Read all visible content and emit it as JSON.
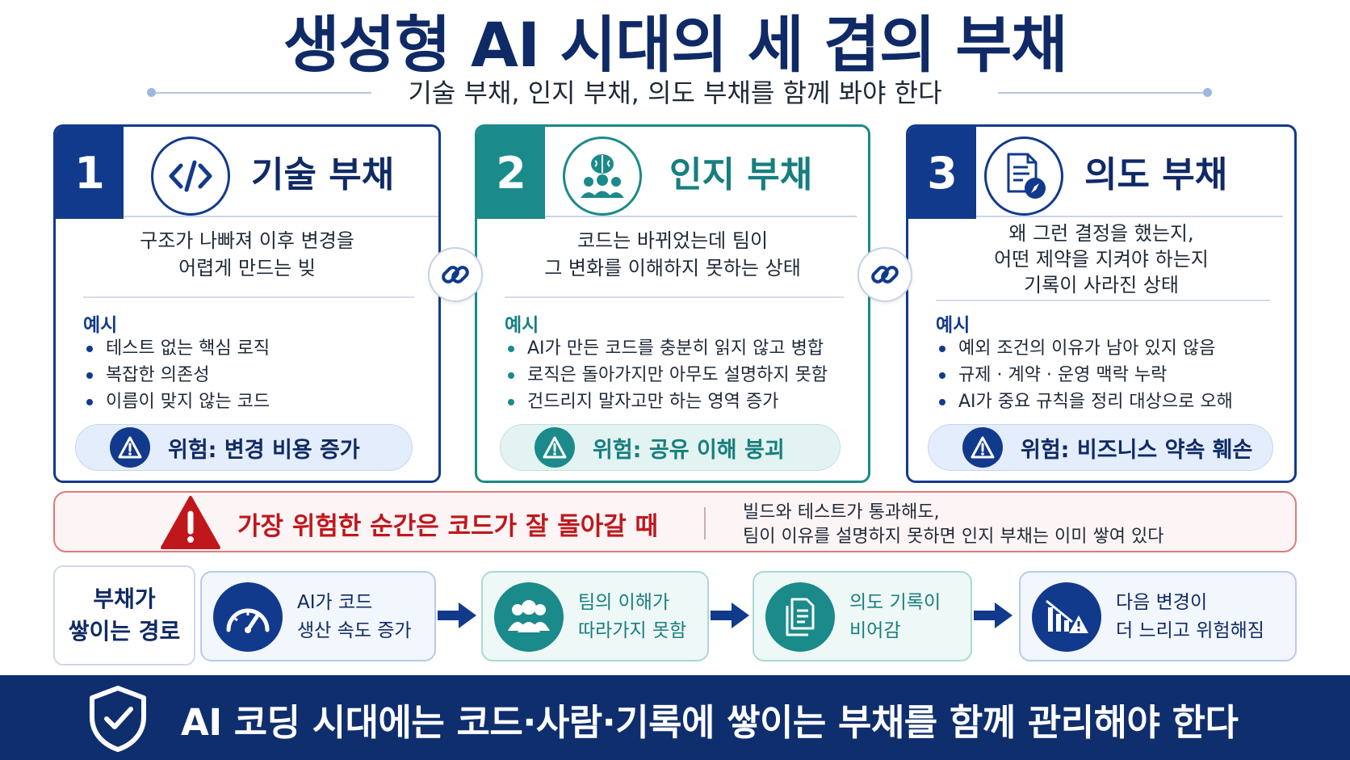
{
  "title": "생성형 AI 시대의 세 겹의 부채",
  "subtitle": "기술 부채, 인지 부채, 의도 부채를 함께 봐야 한다",
  "cards": [
    {
      "number": "1",
      "title": "기술 부채",
      "icon": "code-icon",
      "description": [
        "구조가 나빠져 이후 변경을",
        "어렵게 만드는 빚"
      ],
      "examples_label": "예시",
      "examples": [
        "테스트 없는 핵심 로직",
        "복잡한 의존성",
        "이름이 맞지 않는 코드"
      ],
      "risk": "위험: 변경 비용 증가",
      "color": "#123a8c"
    },
    {
      "number": "2",
      "title": "인지 부채",
      "icon": "brain-team-icon",
      "description": [
        "코드는 바뀌었는데 팀이",
        "그 변화를 이해하지 못하는 상태"
      ],
      "examples_label": "예시",
      "examples": [
        "AI가 만든 코드를 충분히 읽지 않고 병합",
        "로직은 돌아가지만 아무도 설명하지 못함",
        "건드리지 말자고만 하는 영역 증가"
      ],
      "risk": "위험: 공유 이해 붕괴",
      "color": "#1a8a8a"
    },
    {
      "number": "3",
      "title": "의도 부채",
      "icon": "document-compass-icon",
      "description": [
        "왜 그런 결정을 했는지,",
        "어떤 제약을 지켜야 하는지",
        "기록이 사라진 상태"
      ],
      "examples_label": "예시",
      "examples": [
        "예외 조건의 이유가 남아 있지 않음",
        "규제 · 계약 · 운영 맥락 누락",
        "AI가 중요 규칙을 정리 대상으로 오해"
      ],
      "risk": "위험: 비즈니스 약속 훼손",
      "color": "#123a8c"
    }
  ],
  "warning": {
    "title": "가장 위험한 순간은 코드가 잘 돌아갈 때",
    "description": [
      "빌드와 테스트가 통과해도,",
      "팀이 이유를 설명하지 못하면 인지 부채는 이미 쌓여 있다"
    ],
    "color": "#c0171d"
  },
  "path": {
    "label_lines": [
      "부채가",
      "쌓이는 경로"
    ],
    "steps": [
      {
        "icon": "speedometer-icon",
        "lines": [
          "AI가 코드",
          "생산 속도 증가"
        ]
      },
      {
        "icon": "team-icon",
        "lines": [
          "팀의 이해가",
          "따라가지 못함"
        ]
      },
      {
        "icon": "documents-icon",
        "lines": [
          "의도 기록이",
          "비어감"
        ]
      },
      {
        "icon": "declining-chart-warning-icon",
        "lines": [
          "다음 변경이",
          "더 느리고 위험해짐"
        ]
      }
    ]
  },
  "footer": {
    "icon": "shield-check-icon",
    "text": "AI 코딩 시대에는 코드·사람·기록에 쌓이는 부채를 함께 관리해야 한다"
  }
}
